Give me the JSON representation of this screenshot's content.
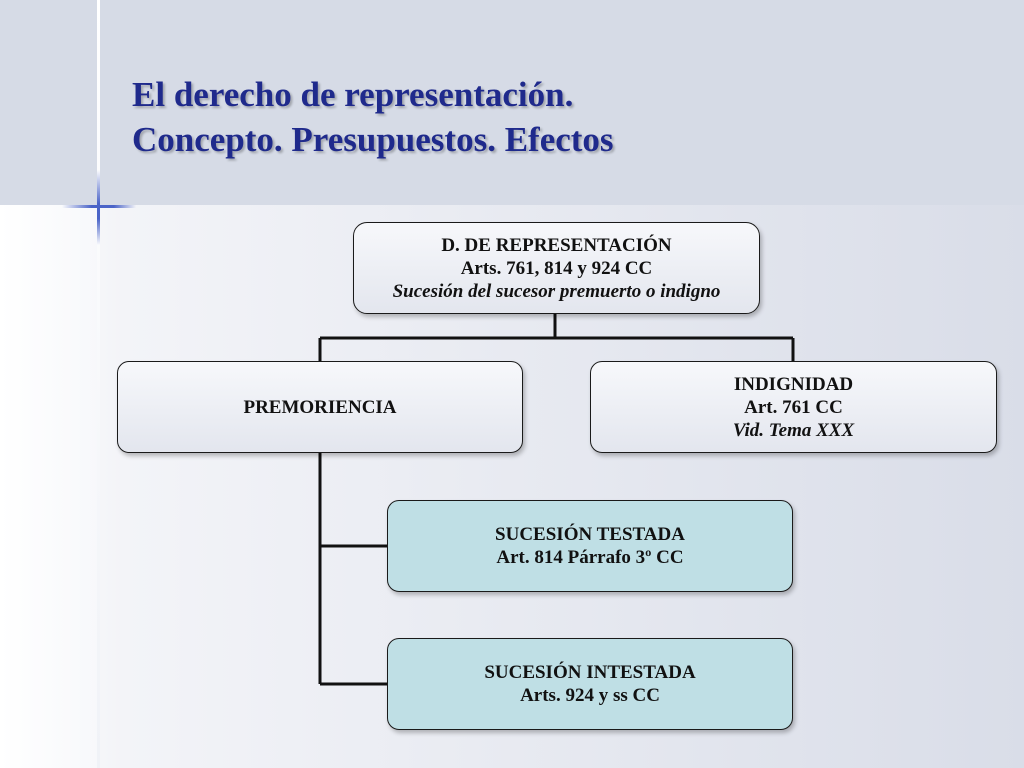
{
  "slide": {
    "title_line1": "El derecho de representación.",
    "title_line2": "Concepto. Presupuestos. Efectos"
  },
  "diagram": {
    "root": {
      "line1": "D. DE REPRESENTACIÓN",
      "line2": "Arts. 761, 814 y 924 CC",
      "line3": "Sucesión del sucesor premuerto o indigno"
    },
    "premoriencia": {
      "line1": "PREMORIENCIA"
    },
    "indignidad": {
      "line1": "INDIGNIDAD",
      "line2": "Art. 761 CC",
      "line3": "Vid. Tema XXX"
    },
    "sucesion_testada": {
      "line1": "SUCESIÓN TESTADA",
      "line2": "Art. 814 Párrafo 3º CC"
    },
    "sucesion_intestada": {
      "line1": "SUCESIÓN INTESTADA",
      "line2": "Arts. 924 y ss CC"
    }
  },
  "colors": {
    "title": "#1f2a8c",
    "header_band": "#d6dbe6",
    "box_fill": "#e8eaf0",
    "teal_box_fill": "#bfdfe5"
  }
}
